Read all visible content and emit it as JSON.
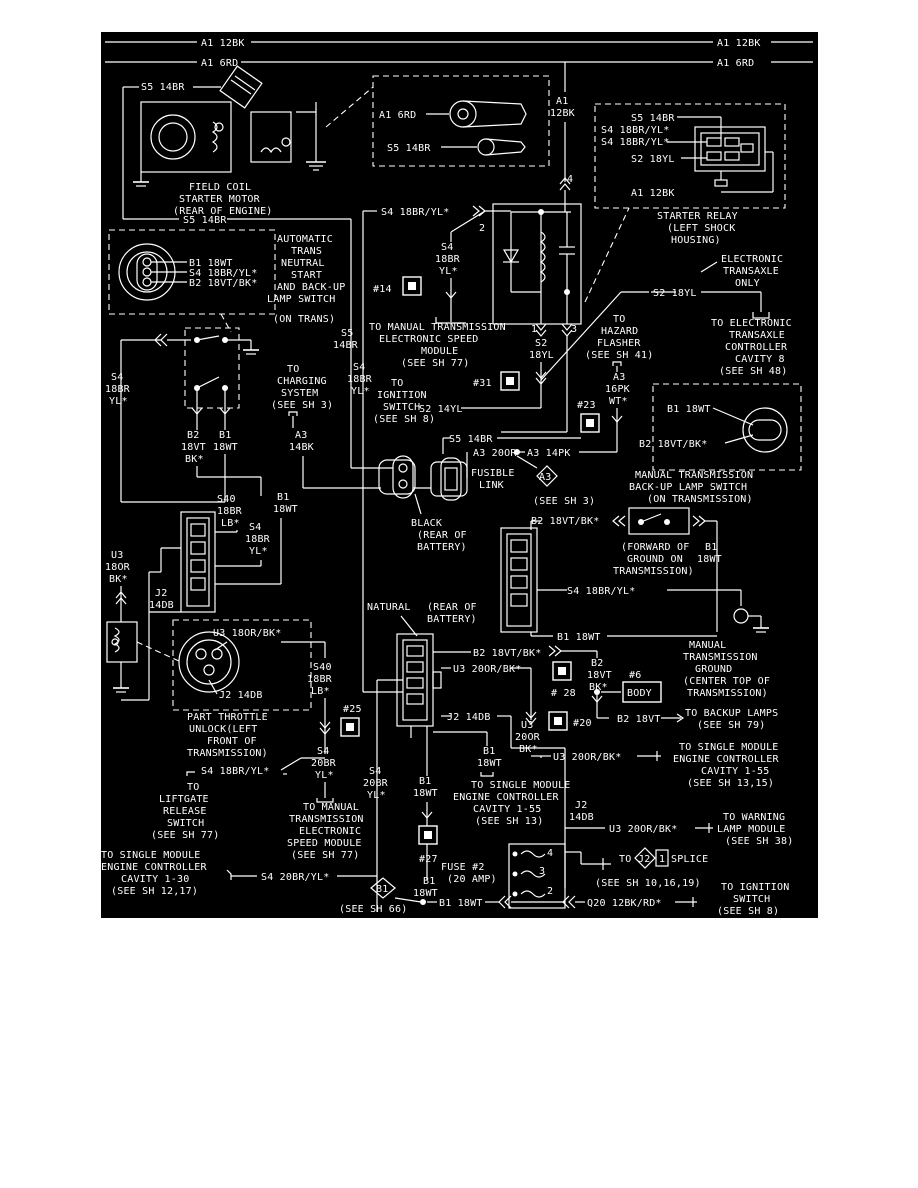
{
  "diagram": {
    "labels": {
      "a1_12bk_left": "A1 12BK",
      "a1_12bk_right": "A1 12BK",
      "a1_6rd_left": "A1 6RD",
      "a1_6rd_right": "A1 6RD",
      "s5_14br_top": "S5 14BR",
      "field_coil_1": "FIELD COIL",
      "field_coil_2": "STARTER MOTOR",
      "field_coil_3": "(REAR OF ENGINE)",
      "s5_14br_mid": "S5 14BR",
      "a1_6rd_det": "A1 6RD",
      "s5_14br_det": "S5 14BR",
      "a1_vert_1": "A1",
      "a1_vert_2": "12BK",
      "relay_s5": "S5 14BR",
      "relay_s4a": "S4 18BR/YL*",
      "relay_s4b": "S4 18BR/YL*",
      "relay_s2": "S2 18YL",
      "relay_a1": "A1 12BK",
      "relay_name_1": "STARTER RELAY",
      "relay_name_2": "(LEFT SHOCK",
      "relay_name_3": "HOUSING)",
      "s4_relay": "S4 18BR/YL*",
      "auto_1": "AUTOMATIC",
      "auto_2": "TRANS",
      "auto_3": "NEUTRAL",
      "auto_4": "START",
      "auto_5": "AND BACK-UP",
      "auto_6": "LAMP SWITCH",
      "auto_7": "(ON TRANS)",
      "b1_18wt_a": "B1 18WT",
      "s4_18br_a": "S4 18BR/YL*",
      "b2_18vt_a": "B2 18VT/BK*",
      "s4_wire_1": "S4",
      "s4_wire_2": "18BR",
      "s4_wire_3": "YL*",
      "c14": "#14",
      "to_manual_1": "TO MANUAL TRANSMISSION",
      "to_manual_2": "ELECTRONIC SPEED",
      "to_manual_3": "MODULE",
      "to_manual_4": "(SEE SH 77)",
      "elec_trans_1": "ELECTRONIC",
      "elec_trans_2": "TRANSAXLE",
      "elec_trans_3": "ONLY",
      "s2_18yl_top": "S2 18YL",
      "to_elec_1": "TO ELECTRONIC",
      "to_elec_2": "TRANSAXLE",
      "to_elec_3": "CONTROLLER",
      "to_elec_4": "CAVITY 8",
      "to_elec_5": "(SEE SH 48)",
      "pin1": "1",
      "pin2": "2",
      "pin3": "3",
      "pin4": "4",
      "s2_v_1": "S2",
      "s2_v_2": "18YL",
      "to_haz_1": "TO",
      "to_haz_2": "HAZARD",
      "to_haz_3": "FLASHER",
      "to_haz_4": "(SEE SH 41)",
      "a3_16pk_1": "A3",
      "a3_16pk_2": "16PK",
      "a3_16pk_3": "WT*",
      "c23": "#23",
      "c31": "#31",
      "s4_left_1": "S4",
      "s4_left_2": "18BR",
      "s4_left_3": "YL*",
      "s5_v_1": "S5",
      "s5_v_2": "14BR",
      "s4_mid_1": "S4",
      "s4_mid_2": "18BR",
      "s4_mid_3": "YL*",
      "to_chg_1": "TO",
      "to_chg_2": "CHARGING",
      "to_chg_3": "SYSTEM",
      "to_chg_4": "(SEE SH 3)",
      "to_ign_1": "TO",
      "to_ign_2": "IGNITION",
      "to_ign_3": "SWITCH",
      "to_ign_4": "(SEE SH 8)",
      "s2_14yl": "S2 14YL",
      "b1_18wt_sw": "B1 18WT",
      "b2_18vt_sw": "B2 18VT/BK*",
      "b2_v_1": "B2",
      "b2_v_2": "18VT",
      "b2_v_3": "BK*",
      "b1_v_1": "B1",
      "b1_v_2": "18WT",
      "a3_14bk_1": "A3",
      "a3_14bk_2": "14BK",
      "s5_14br_h": "S5 14BR",
      "a3_20or": "A3 20OR",
      "a3_14pk": "A3 14PK",
      "fusible_1": "FUSIBLE",
      "fusible_2": "LINK",
      "a3_node": "A3",
      "see_sh3": "(SEE SH 3)",
      "black_1": "BLACK",
      "black_2": "(REAR OF",
      "black_3": "BATTERY)",
      "man_bu_1": "MANUAL TRANSMISSION",
      "man_bu_2": "BACK-UP LAMP SWITCH",
      "man_bu_3": "(ON TRANSMISSION)",
      "s40_1": "S40",
      "s40_2": "18BR",
      "s40_3": "LB*",
      "s4b_1": "S4",
      "s4b_2": "18BR",
      "s4b_3": "YL*",
      "b1r_1": "B1",
      "b1r_2": "18WT",
      "u3_1": "U3",
      "u3_2": "18OR",
      "u3_3": "BK*",
      "j2_1": "J2",
      "j2_2": "14DB",
      "b2_18vt_conn": "B2 18VT/BK*",
      "fwd_1": "(FORWARD OF",
      "fwd_2": "GROUND ON",
      "fwd_3": "TRANSMISSION)",
      "b1_18wt_r1": "B1",
      "b1_18wt_r2": "18WT",
      "s4_18br_conn": "S4 18BR/YL*",
      "b1_18wt_bot": "B1 18WT",
      "natural": "NATURAL",
      "rear_bat_1": "(REAR OF",
      "rear_bat_2": "BATTERY)",
      "u3_18or_bk": "U3 18OR/BK*",
      "j2_14db": "J2 14DB",
      "pt_1": "PART THROTTLE",
      "pt_2": "UNLOCK(LEFT",
      "pt_3": "FRONT OF",
      "pt_4": "TRANSMISSION)",
      "b2_nat": "B2 18VT/BK*",
      "u3_20or_nat": "U3 20OR/BK*",
      "c28": "# 28",
      "b2_r_1": "B2",
      "b2_r_2": "18VT",
      "b2_r_3": "BK*",
      "c6": "#6",
      "body": "BODY",
      "man_gnd_1": "MANUAL",
      "man_gnd_2": "TRANSMISSION",
      "man_gnd_3": "GROUND",
      "man_gnd_4": "(CENTER TOP OF",
      "man_gnd_5": "TRANSMISSION)",
      "b2_18vt_low": "B2 18VT",
      "to_backup_1": "TO BACKUP LAMPS",
      "to_backup_2": "(SEE SH 79)",
      "s40b_1": "S40",
      "s40b_2": "18BR",
      "s40b_3": "LB*",
      "c25": "#25",
      "j2_14db_n": "J2 14DB",
      "u3_v_1": "U3",
      "u3_v_2": "20OR",
      "u3_v_3": "BK*",
      "c20": "#20",
      "s4c_1": "S4",
      "s4c_2": "20BR",
      "s4c_3": "YL*",
      "s4_18br_low": "S4 18BR/YL*",
      "b1n_1": "B1",
      "b1n_2": "18WT",
      "u3_20or_a": "U3 20OR/BK*",
      "to_sm_1": "TO SINGLE MODULE",
      "to_sm_2": "ENGINE CONTROLLER",
      "to_sm_3": "CAVITY 1-55",
      "to_sm_4": "(SEE SH 13,15)",
      "to_lg_1": "TO",
      "to_lg_2": "LIFTGATE",
      "to_lg_3": "RELEASE",
      "to_lg_4": "SWITCH",
      "to_lg_5": "(SEE SH 77)",
      "to_mt_1": "TO MANUAL",
      "to_mt_2": "TRANSMISSION",
      "to_mt_3": "ELECTRONIC",
      "to_mt_4": "SPEED MODULE",
      "to_mt_5": "(SEE SH 77)",
      "s4d_1": "S4",
      "s4d_2": "20BR",
      "s4d_3": "YL*",
      "b1m_1": "B1",
      "b1m_2": "18WT",
      "to_sm2_1": "TO SINGLE MODULE",
      "to_sm2_2": "ENGINE CONTROLLER",
      "to_sm2_3": "CAVITY 1-55",
      "to_sm2_4": "(SEE SH 13)",
      "j2v_1": "J2",
      "j2v_2": "14DB",
      "u3_20or_b": "U3 20OR/BK*",
      "to_warn_1": "TO WARNING",
      "to_warn_2": "LAMP MODULE",
      "to_warn_3": "(SEE SH 38)",
      "c27": "#27",
      "to_sm3_1": "TO SINGLE MODULE",
      "to_sm3_2": "ENGINE CONTROLLER",
      "to_sm3_3": "CAVITY 1-30",
      "to_sm3_4": "(SEE SH 12,17)",
      "s4_20br": "S4 20BR/YL*",
      "b1s_1": "B1",
      "b1s_2": "18WT",
      "fuse_1": "FUSE #2",
      "fuse_2": "(20 AMP)",
      "to_j2": "TO",
      "j2_node": "J2",
      "splice": "SPLICE",
      "splice_num": "1",
      "see_sh_10": "(SEE SH 10,16,19)",
      "to_ign2_1": "TO IGNITION",
      "to_ign2_2": "SWITCH",
      "to_ign2_3": "(SEE SH 8)",
      "b1_node": "B1",
      "see_sh66": "(SEE SH 66)",
      "b1_18wt_f": "B1 18WT",
      "q20": "Q20 12BK/RD*"
    }
  }
}
